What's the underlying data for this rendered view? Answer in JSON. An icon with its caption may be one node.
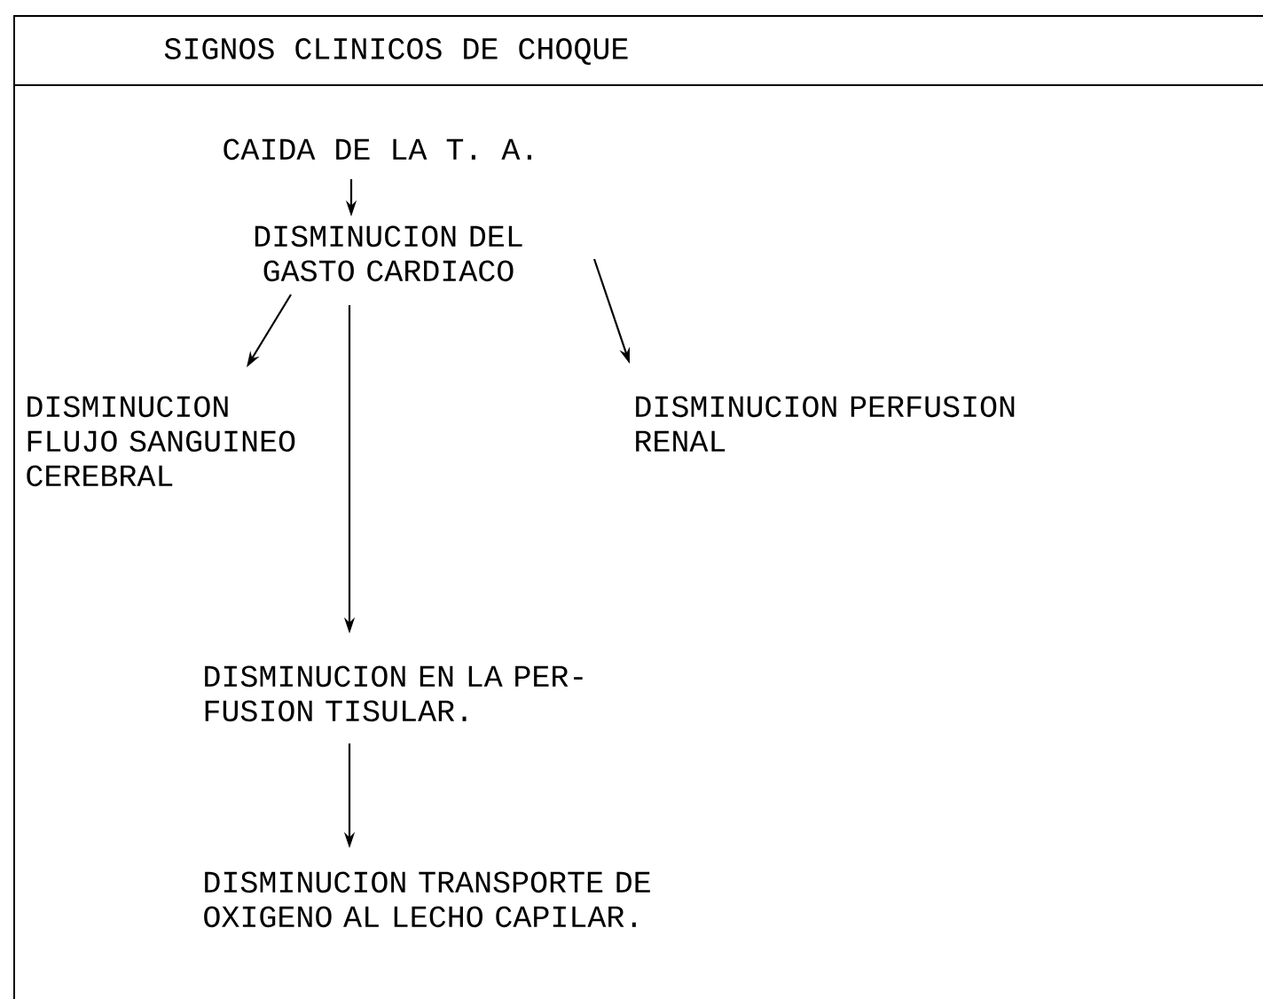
{
  "diagram": {
    "title": "SIGNOS CLINICOS DE CHOQUE",
    "nodes": [
      {
        "text": [
          "CAIDA DE LA T. A."
        ]
      },
      {
        "text": [
          "DISMINUCION DEL GASTO CARDIACO"
        ]
      },
      {
        "text": [
          "DISMINUCION FLUJO SANGUINEO CEREBRAL"
        ]
      },
      {
        "text": [
          "DISMINUCION PERFUSION RENAL"
        ]
      },
      {
        "text": [
          "DISMINUCION EN LA PER- FUSION TISULAR."
        ]
      },
      {
        "text": [
          "DISMINUCION TRANSPORTE DE OXIGENO AL LECHO CAPILAR."
        ]
      }
    ],
    "edges": [
      {
        "from": 0,
        "to": 1,
        "arrow": "to"
      },
      {
        "from": 1,
        "to": 2,
        "arrow": "to"
      },
      {
        "from": 1,
        "to": 3,
        "arrow": "to"
      },
      {
        "from": 1,
        "to": 4,
        "arrow": "to"
      },
      {
        "from": 4,
        "to": 5,
        "arrow": "to"
      }
    ]
  }
}
